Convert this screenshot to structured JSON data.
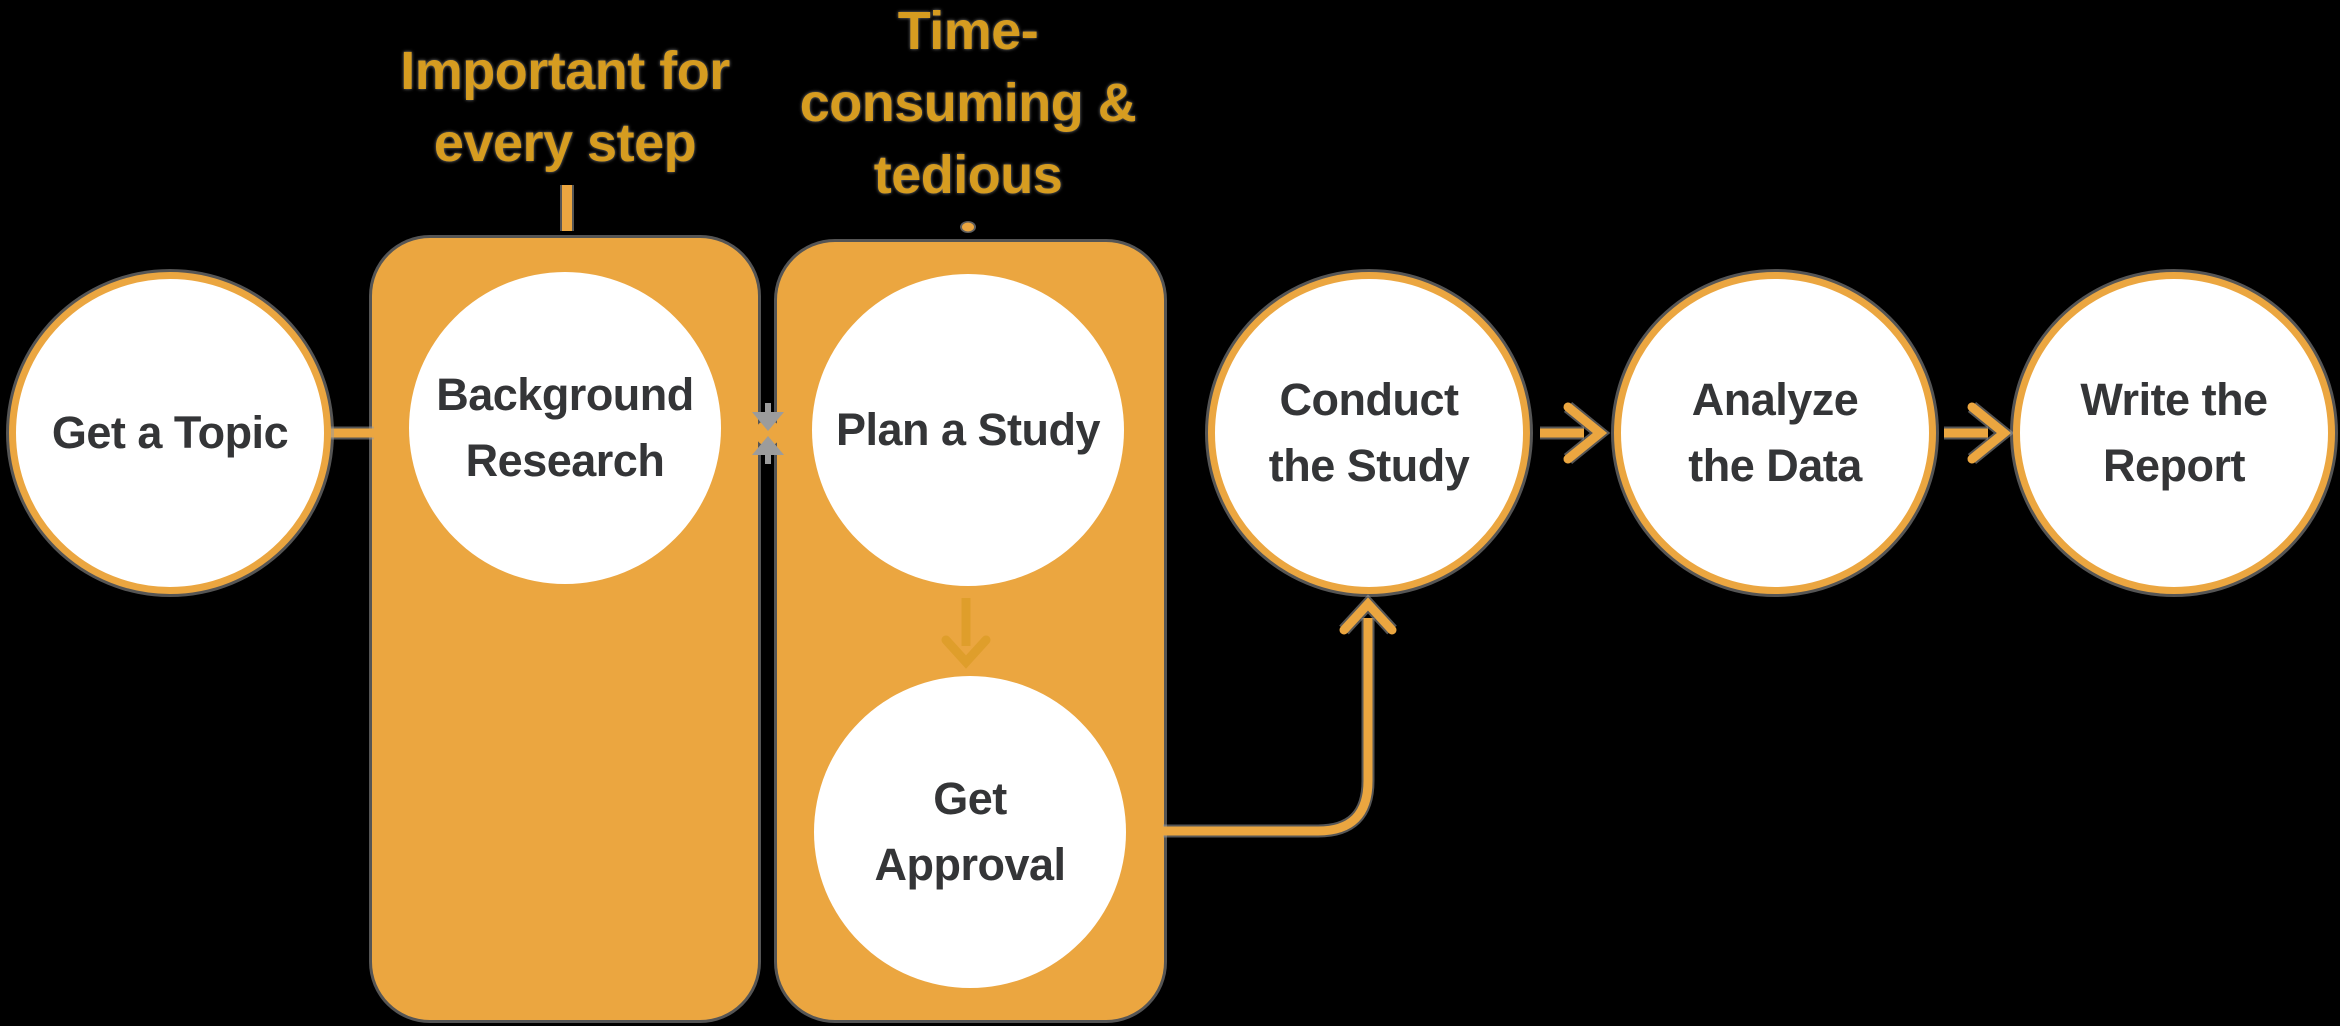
{
  "diagram": {
    "title_hint": "research process flowchart",
    "colors": {
      "background": "#000000",
      "shape_orange": "#EBA640",
      "annotation_orange": "#D69C20",
      "inner_arrow_orange": "#DF9E2B",
      "node_text_dark": "#343537",
      "halo_gray": "#9C9C9C",
      "circle_fill": "#FFFFFF"
    },
    "nodes": [
      {
        "id": "get-a-topic",
        "lines": [
          "Get a Topic"
        ]
      },
      {
        "id": "background-research",
        "lines": [
          "Background",
          "Research"
        ]
      },
      {
        "id": "plan-a-study",
        "lines": [
          "Plan a Study"
        ]
      },
      {
        "id": "get-approval",
        "lines": [
          "Get",
          "Approval"
        ]
      },
      {
        "id": "conduct-the-study",
        "lines": [
          "Conduct",
          "the Study"
        ]
      },
      {
        "id": "analyze-the-data",
        "lines": [
          "Analyze",
          "the Data"
        ]
      },
      {
        "id": "write-the-report",
        "lines": [
          "Write the",
          "Report"
        ]
      }
    ],
    "annotations": [
      {
        "id": "important-note",
        "lines": [
          "Important for",
          "every step"
        ],
        "points_to": "background-research"
      },
      {
        "id": "tedious-note",
        "lines": [
          "Time-",
          "consuming &",
          "tedious"
        ],
        "points_to": "plan-a-study"
      }
    ]
  }
}
